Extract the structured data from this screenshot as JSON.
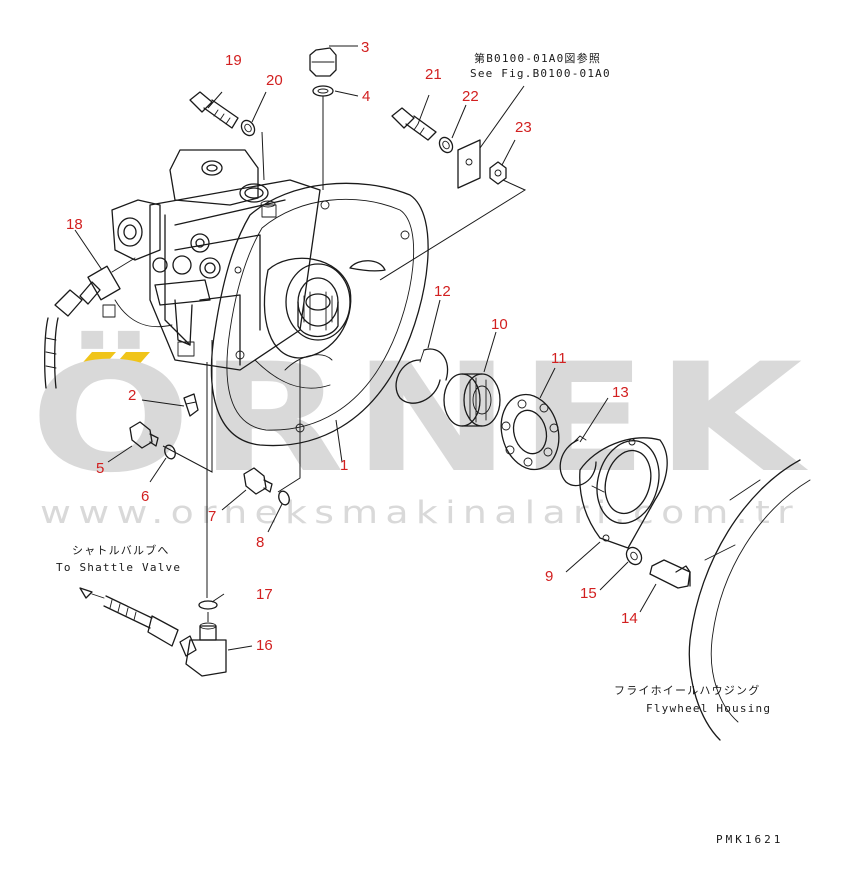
{
  "watermark": {
    "brand": "ÖRNEK",
    "url": "www.orneksmakinalari.com.tr",
    "accent_color": "#f0c419",
    "gray_color": "#d9d9d9"
  },
  "callout_color": "#d22020",
  "callouts": [
    "1",
    "2",
    "3",
    "4",
    "5",
    "6",
    "7",
    "8",
    "9",
    "10",
    "11",
    "12",
    "13",
    "14",
    "15",
    "16",
    "17",
    "18",
    "19",
    "20",
    "21",
    "22",
    "23"
  ],
  "notes": {
    "see_fig_jp": "第B0100-01A0図参照",
    "see_fig_en": "See Fig.B0100-01A0",
    "shuttle_jp": "シャトルバルブへ",
    "shuttle_en": "To Shattle Valve",
    "flywheel_jp": "フライホイールハウジング",
    "flywheel_en": "Flywheel Housing"
  },
  "drawing_code": "PMK1621"
}
